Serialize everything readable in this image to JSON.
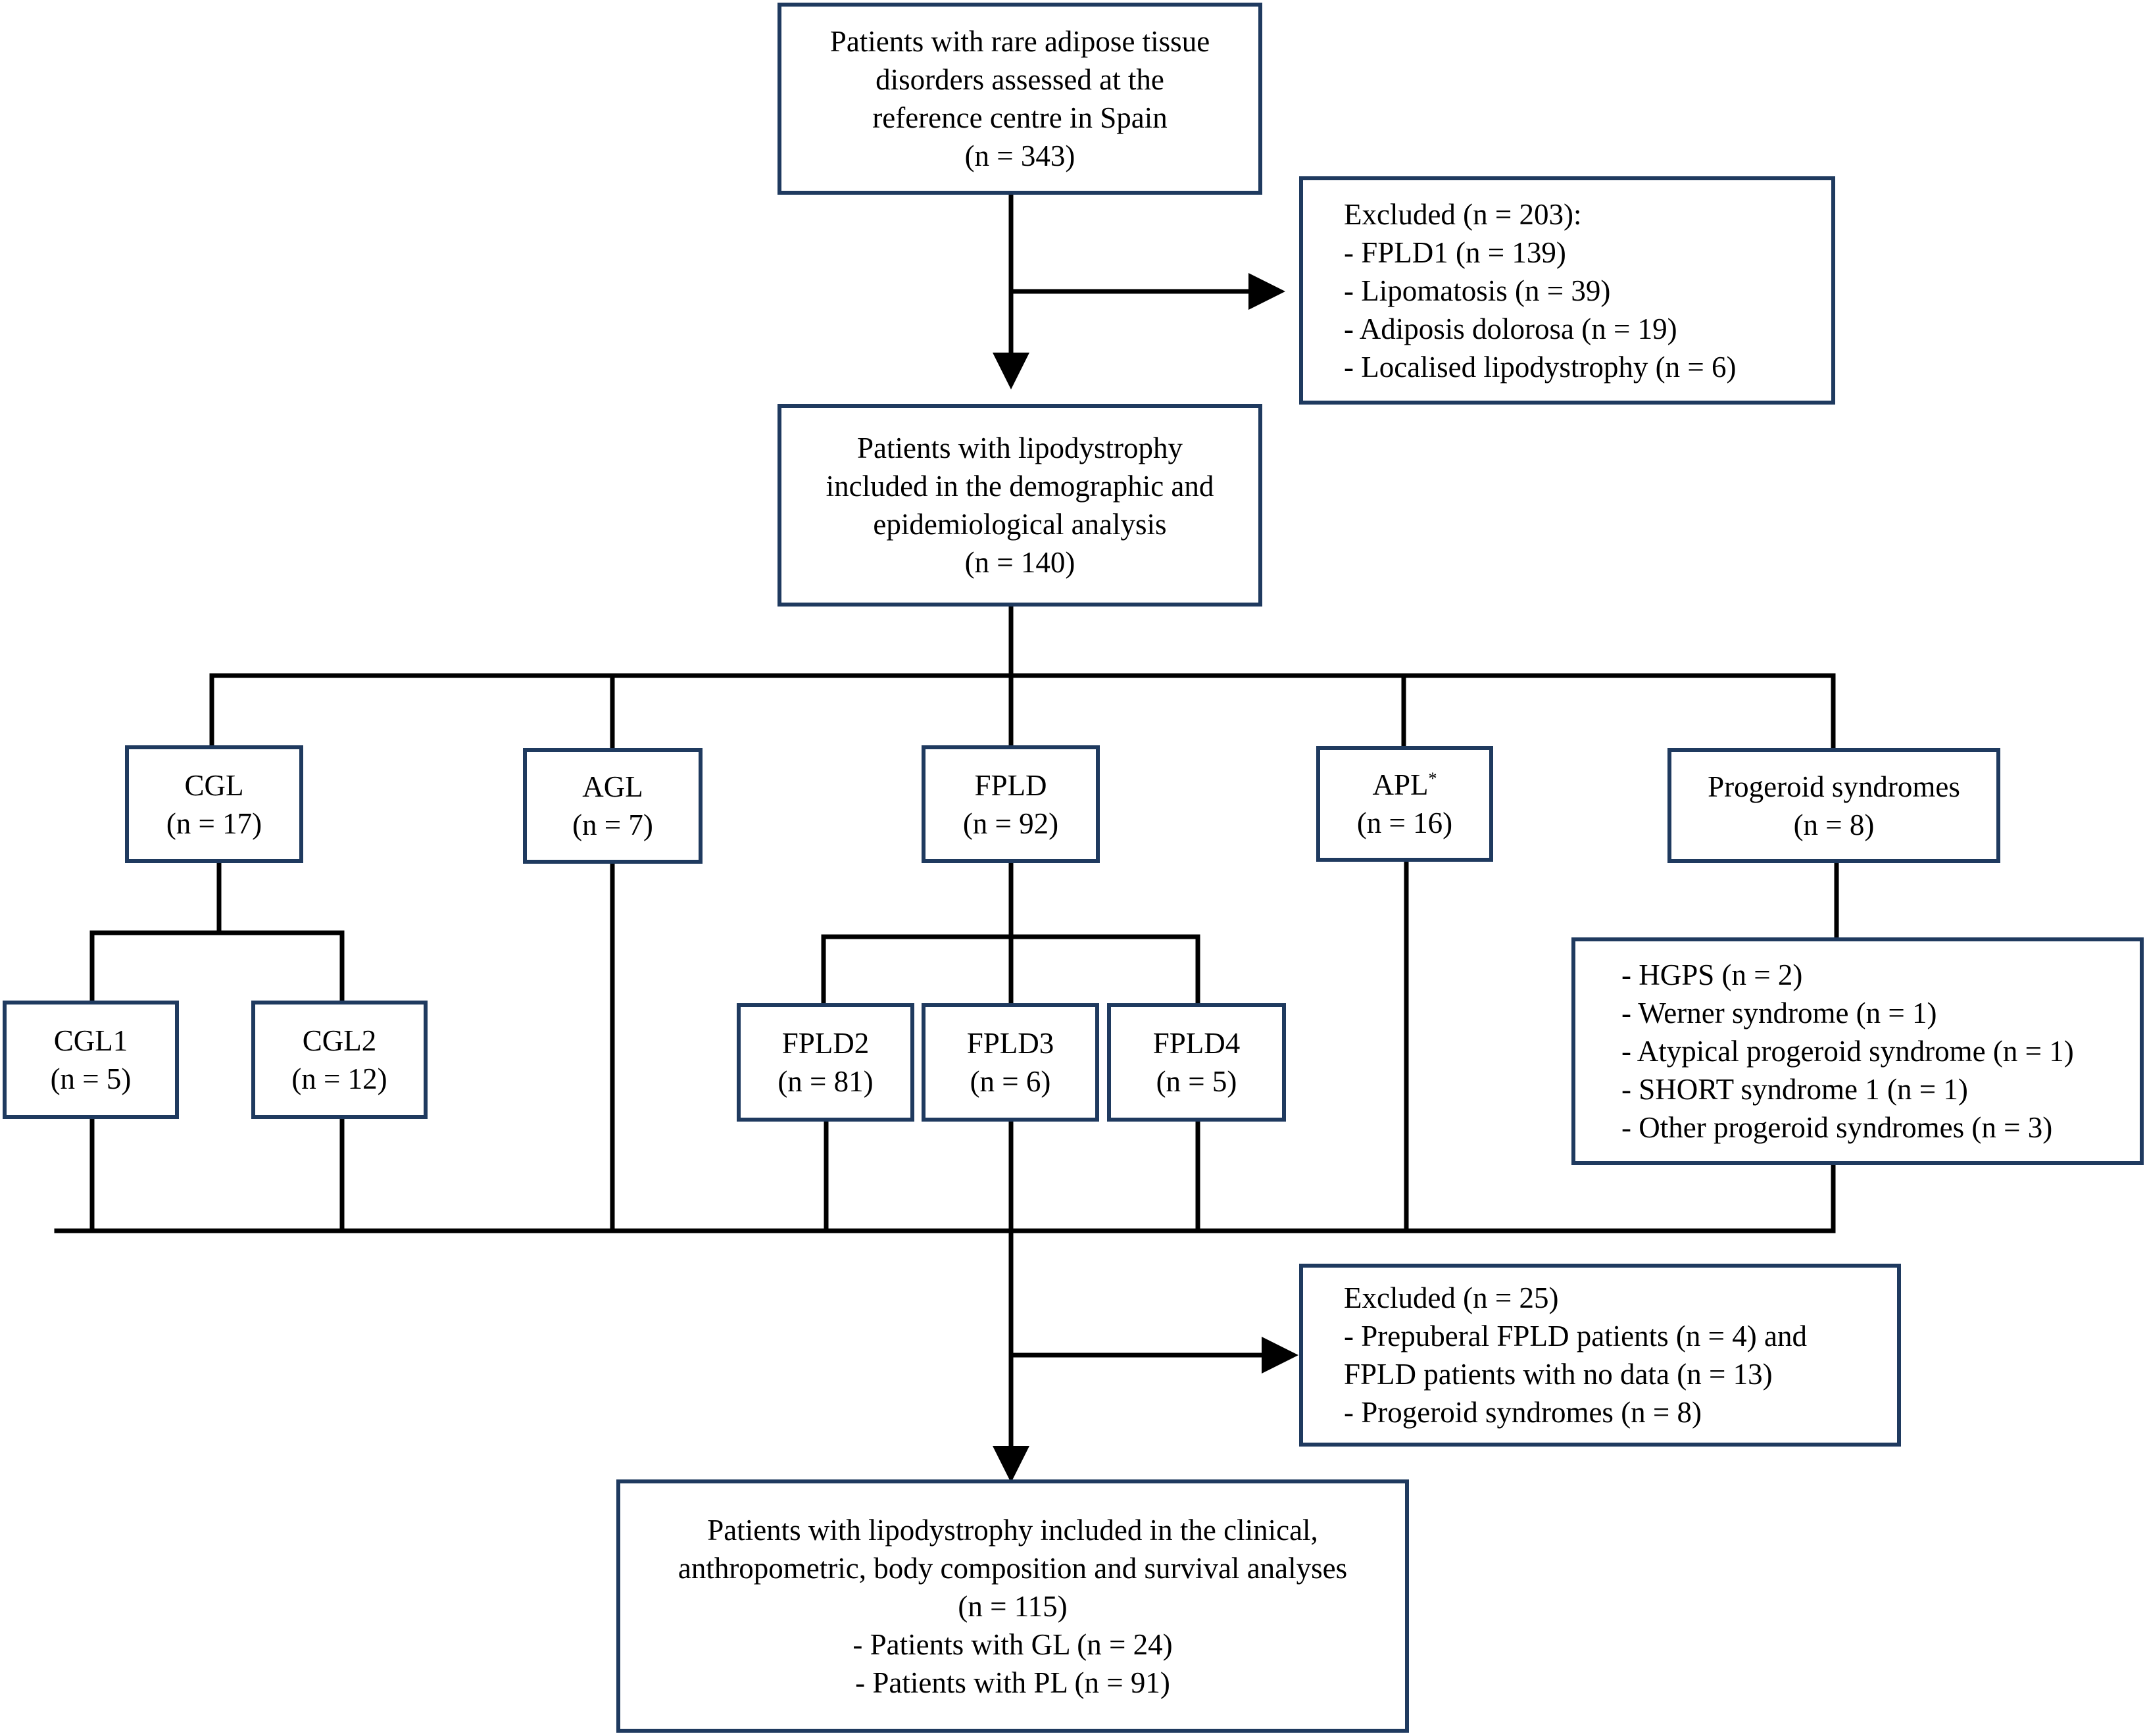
{
  "top_box": {
    "lines": [
      "Patients with rare adipose tissue",
      "disorders assessed at the",
      "reference centre in Spain",
      "(n = 343)"
    ]
  },
  "excluded_1": {
    "lines": [
      "Excluded (n = 203):",
      "- FPLD1 (n = 139)",
      "- Lipomatosis (n = 39)",
      "- Adiposis dolorosa (n = 19)",
      "- Localised lipodystrophy (n = 6)"
    ]
  },
  "lipodystrophy_box": {
    "lines": [
      "Patients with lipodystrophy",
      "included in the demographic and",
      "epidemiological analysis",
      "(n = 140)"
    ]
  },
  "groups": {
    "cgl": {
      "name": "CGL",
      "n": "(n = 17)"
    },
    "agl": {
      "name": "AGL",
      "n": "(n = 7)"
    },
    "fpld": {
      "name": "FPLD",
      "n": "(n = 92)"
    },
    "apl": {
      "name": "APL",
      "mark": "*",
      "n": "(n = 16)"
    },
    "progeroid": {
      "name": "Progeroid syndromes",
      "n": "(n = 8)"
    }
  },
  "subgroups": {
    "cgl1": {
      "name": "CGL1",
      "n": "(n = 5)"
    },
    "cgl2": {
      "name": "CGL2",
      "n": "(n = 12)"
    },
    "fpld2": {
      "name": "FPLD2",
      "n": "(n = 81)"
    },
    "fpld3": {
      "name": "FPLD3",
      "n": "(n = 6)"
    },
    "fpld4": {
      "name": "FPLD4",
      "n": "(n = 5)"
    }
  },
  "progeroid_list": {
    "lines": [
      "- HGPS (n = 2)",
      "- Werner syndrome (n = 1)",
      "- Atypical progeroid syndrome (n = 1)",
      "- SHORT syndrome 1 (n = 1)",
      "- Other progeroid syndromes (n = 3)"
    ]
  },
  "excluded_2": {
    "lines": [
      "Excluded (n = 25)",
      "- Prepuberal FPLD patients (n = 4) and",
      "FPLD patients with no data (n = 13)",
      "- Progeroid syndromes (n = 8)"
    ]
  },
  "final_box": {
    "lines": [
      "Patients with lipodystrophy included in the clinical,",
      "anthropometric, body composition and survival analyses",
      "(n = 115)",
      "- Patients with GL (n = 24)",
      "- Patients with PL (n = 91)"
    ]
  },
  "colors": {
    "box_border": "#1f3a5f",
    "connector": "#000000"
  }
}
